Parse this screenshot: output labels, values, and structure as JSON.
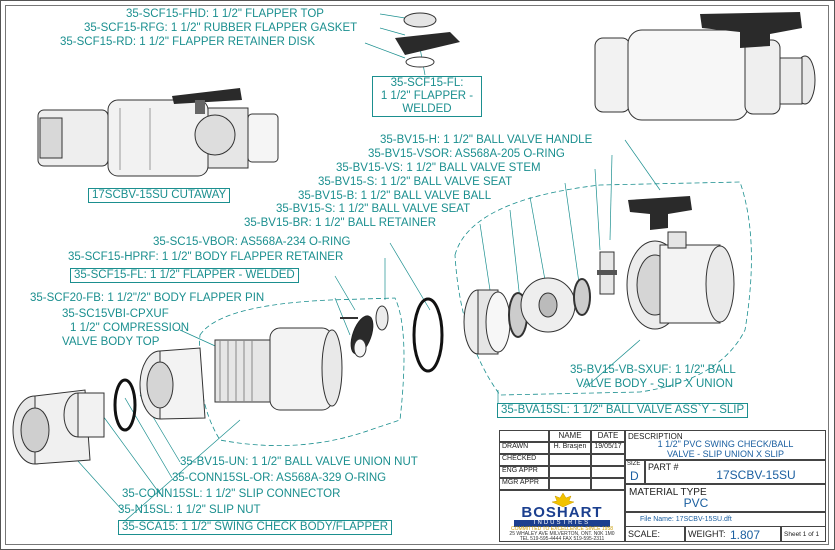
{
  "labels": {
    "flapper_top": "35-SCF15-FHD: 1 1/2\" FLAPPER TOP",
    "rubber_gasket": "35-SCF15-RFG: 1 1/2\" RUBBER FLAPPER GASKET",
    "retainer_disk": "35-SCF15-RD: 1 1/2\" FLAPPER RETAINER DISK",
    "flapper_welded_box_1": "35-SCF15-FL:",
    "flapper_welded_box_2": "1 1/2\" FLAPPER -",
    "flapper_welded_box_3": "WELDED",
    "cutaway": "17SCBV-15SU CUTAWAY",
    "bv_handle": "35-BV15-H: 1 1/2\" BALL VALVE HANDLE",
    "vsor": "35-BV15-VSOR: AS568A-205 O-RING",
    "vs": "35-BV15-VS: 1 1/2\" BALL VALVE STEM",
    "seat1": "35-BV15-S: 1 1/2\" BALL VALVE SEAT",
    "ball": "35-BV15-B: 1 1/2\" BALL VALVE BALL",
    "seat2": "35-BV15-S: 1 1/2\" BALL VALVE SEAT",
    "ball_retainer": "35-BV15-BR: 1 1/2\" BALL RETAINER",
    "vbor": "35-SC15-VBOR: AS568A-234 O-RING",
    "hprf": "35-SCF15-HPRF: 1 1/2\" BODY FLAPPER RETAINER",
    "fl_welded": "35-SCF15-FL: 1 1/2\" FLAPPER - WELDED",
    "fb_pin": "35-SCF20-FB: 1 1/2\"/2\" BODY FLAPPER PIN",
    "cpxuf_1": "35-SC15VBI-CPXUF",
    "cpxuf_2": "1 1/2\" COMPRESSION",
    "cpxuf_3": "VALVE BODY TOP",
    "vb_sxuf_1": "35-BV15-VB-SXUF: 1 1/2\" BALL",
    "vb_sxuf_2": "VALVE BODY -  SLIP X UNION",
    "bva_assy": "35-BVA15SL: 1 1/2\" BALL VALVE ASS`Y - SLIP",
    "union_nut": "35-BV15-UN: 1 1/2\" BALL VALVE UNION NUT",
    "conn_or": "35-CONN15SL-OR: AS568A-329 O-RING",
    "slip_conn": "35-CONN15SL: 1 1/2\" SLIP CONNECTOR",
    "slip_nut": "35-N15SL: 1 1/2\" SLIP NUT",
    "swing_body": "35-SCA15: 1 1/2\" SWING CHECK BODY/FLAPPER"
  },
  "title_block": {
    "col_name": "NAME",
    "col_date": "DATE",
    "drawn_label": "DRAWN",
    "drawn_name": "H. Brasjen",
    "drawn_date": "19/05/17",
    "checked_label": "CHECKED",
    "eng_appr_label": "ENG APPR",
    "mgr_appr_label": "MGR APPR",
    "description_label": "DESCRIPTION",
    "description_line1": "1 1/2\" PVC SWING CHECK/BALL",
    "description_line2": "VALVE - SLIP UNION X SLIP",
    "size_label": "SIZE",
    "size_value": "D",
    "part_label": "PART #",
    "part_value": "17SCBV-15SU",
    "material_label": "MATERIAL TYPE",
    "material_value": "PVC",
    "company": "BOSHART",
    "company_sub": "INDUSTRIES",
    "tagline": "COMMITTED TO EXCELLENCE SINCE 1958",
    "address": "25 WHALEY AVE MILVERTON, ONT. N0K 1M0",
    "phone": "TEL 519-595-4444  FAX 519-595-2311",
    "file_name": "File Name: 17SCBV-15SU.dft",
    "scale_label": "SCALE:",
    "weight_label": "WEIGHT:",
    "weight_value": "1.807 lbm",
    "sheet": "Sheet 1 of 1"
  },
  "colors": {
    "label": "#1b8f8f",
    "title_value": "#1b5fa0",
    "logo_yellow": "#f2c200",
    "logo_blue": "#1b3f8f",
    "handle": "#2a2a2a"
  }
}
